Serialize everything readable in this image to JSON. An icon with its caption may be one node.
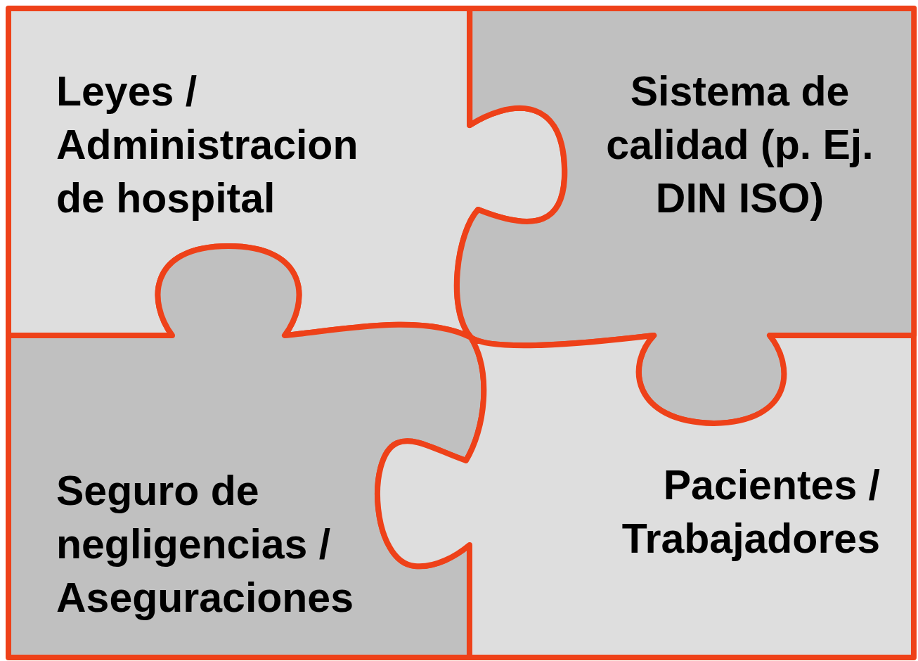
{
  "diagram": {
    "nodes": [
      {
        "text": [
          "Leyes / Administracion de hospital"
        ]
      },
      {
        "text": [
          "Sistema de calidad (p. Ej. DIN ISO)"
        ]
      },
      {
        "text": [
          "Seguro de negligencias / Aseguraciones"
        ]
      },
      {
        "text": [
          "Pacientes / Trabajadores"
        ]
      }
    ]
  }
}
